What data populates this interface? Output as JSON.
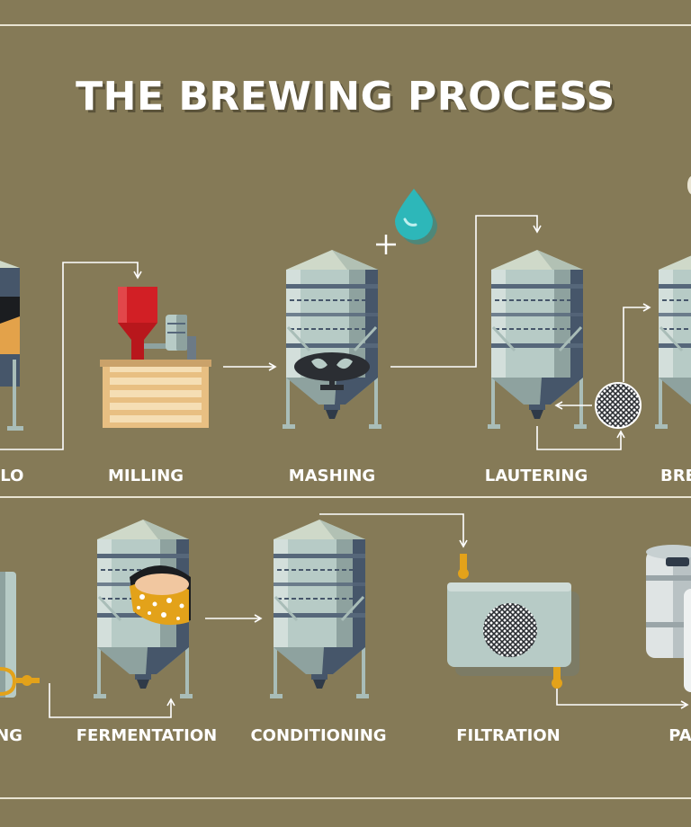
{
  "title": "THE BREWING PROCESS",
  "row1_labels": [
    "ILO",
    "MILLING",
    "MASHING",
    "LAUTERING",
    "BRE"
  ],
  "row2_labels": [
    "NG",
    "FERMENTATION",
    "CONDITIONING",
    "FILTRATION",
    "PA"
  ],
  "colors": {
    "background": "#857a57",
    "line": "#e9e4d2",
    "tank_light": "#b7cbc6",
    "tank_dark": "#46566a",
    "water_drop": "#2db7b9",
    "mill_hopper": "#d21f25",
    "valve": "#e3a21a"
  }
}
